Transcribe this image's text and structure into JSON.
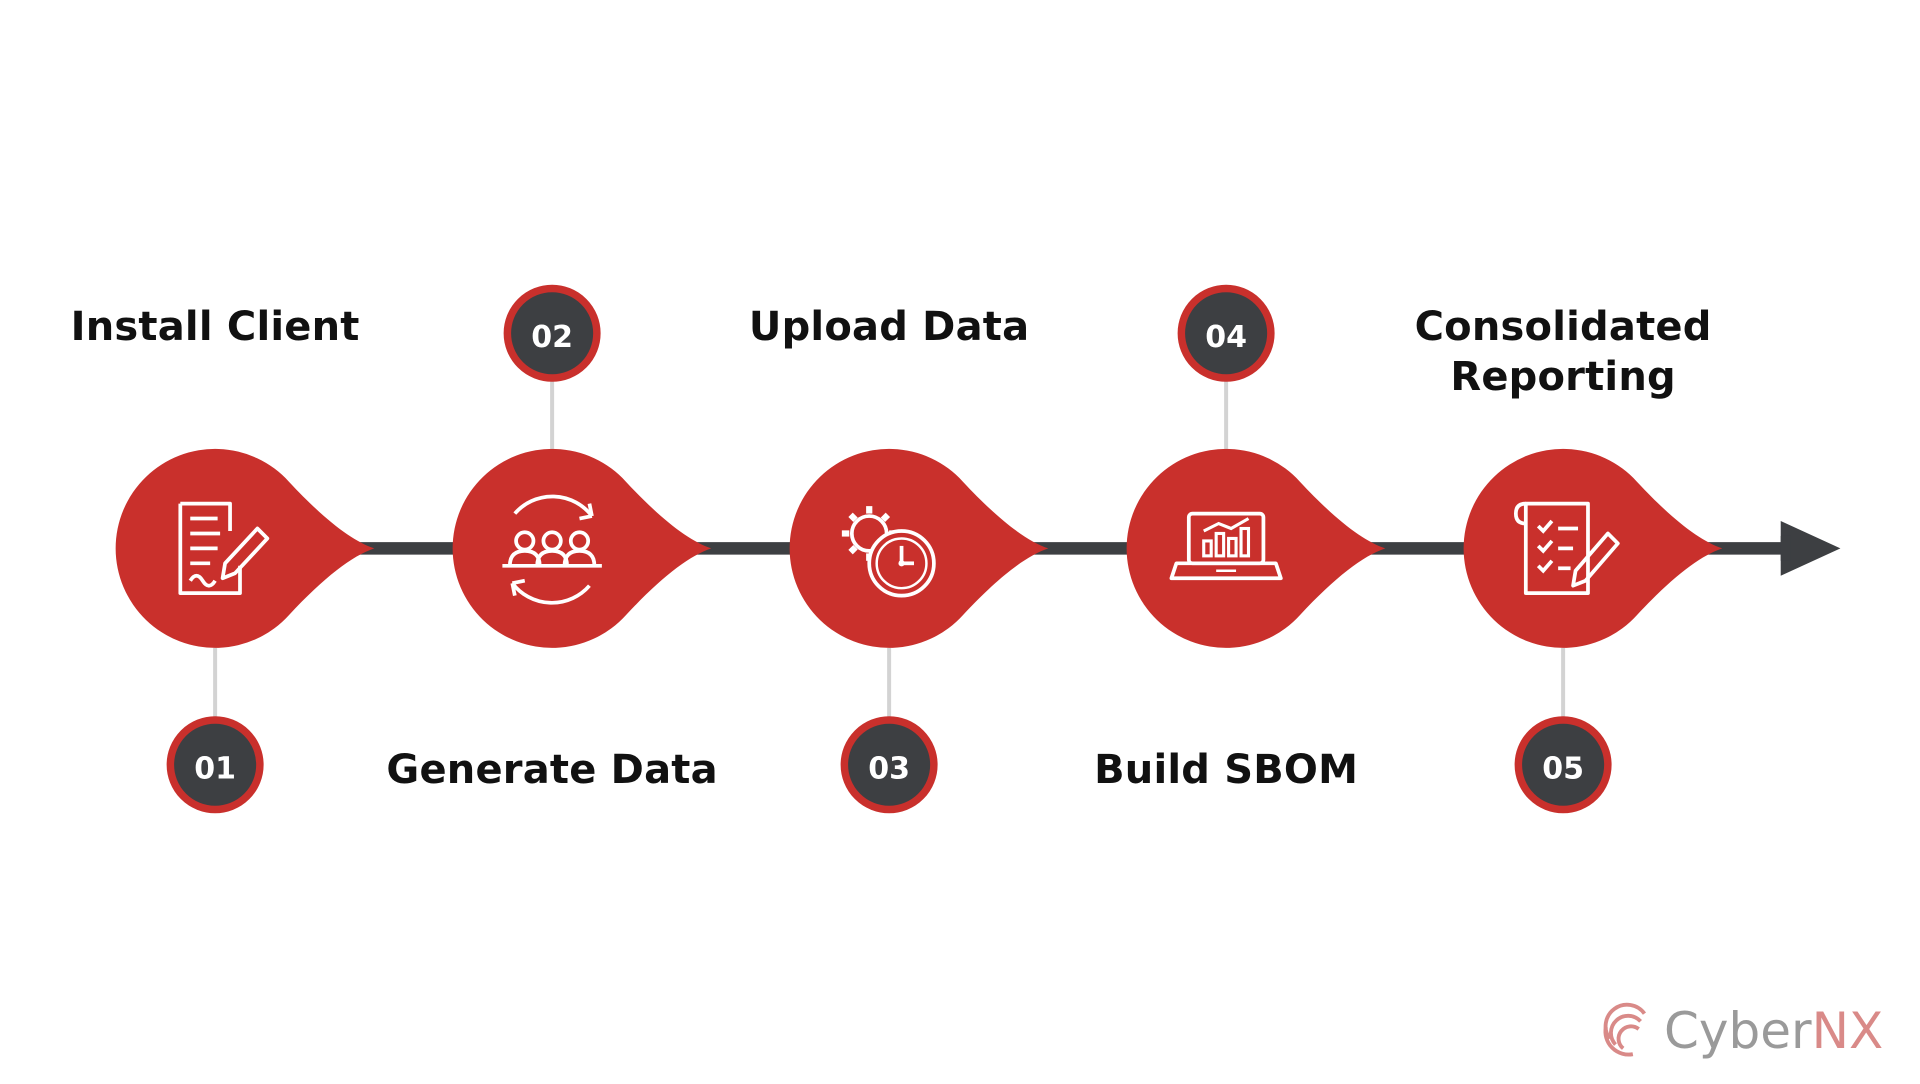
{
  "steps": [
    {
      "number": "01",
      "title": "Install Client",
      "icon": "document-pen-icon",
      "badge_side": "below",
      "title_side": "above"
    },
    {
      "number": "02",
      "title": "Generate Data",
      "icon": "team-cycle-icon",
      "badge_side": "above",
      "title_side": "below"
    },
    {
      "number": "03",
      "title": "Upload Data",
      "icon": "gear-clock-icon",
      "badge_side": "below",
      "title_side": "above"
    },
    {
      "number": "04",
      "title": "Build SBOM",
      "icon": "laptop-chart-icon",
      "badge_side": "above",
      "title_side": "below"
    },
    {
      "number": "05",
      "title": "Consolidated\nReporting",
      "icon": "checklist-pen-icon",
      "badge_side": "below",
      "title_side": "above"
    }
  ],
  "brand": {
    "name_part1": "Cyber",
    "name_part2": "NX",
    "icon": "cybernx-logo-icon"
  },
  "colors": {
    "accent_red": "#C9302C",
    "dark_gray": "#3D3F42",
    "connector_gray": "#D3D3D3",
    "title_text": "#111111",
    "brand_gray": "#9A9A9A",
    "brand_red": "#D98A88"
  }
}
